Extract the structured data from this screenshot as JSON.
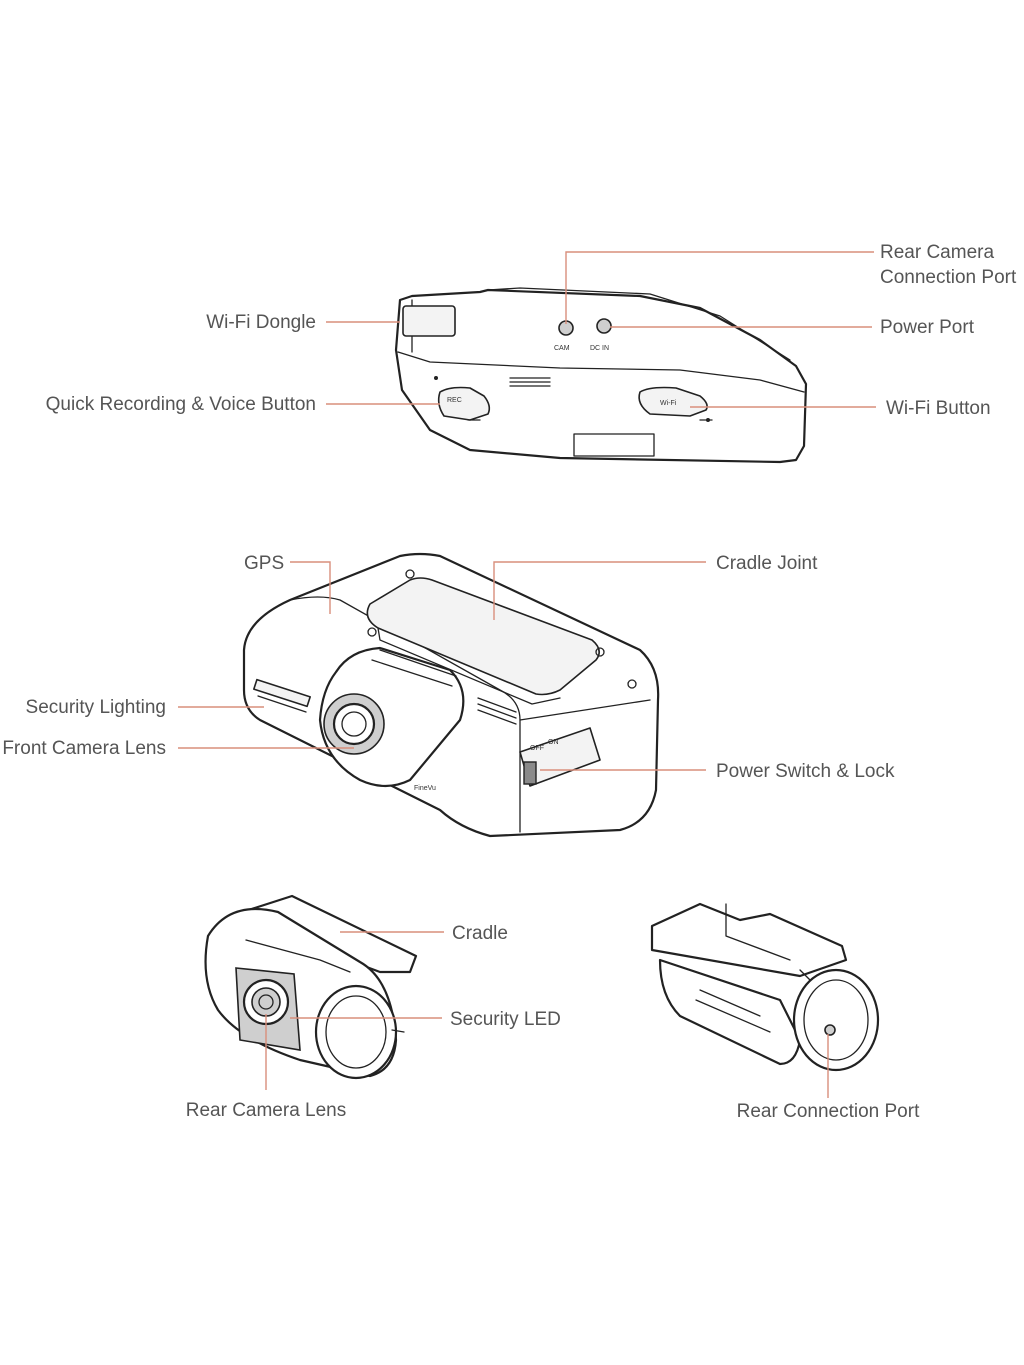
{
  "labels": {
    "wifi_dongle": "Wi-Fi Dongle",
    "quick_recording": "Quick Recording & Voice Button",
    "rear_camera_port_line1": "Rear Camera",
    "rear_camera_port_line2": "Connection Port",
    "power_port": "Power Port",
    "wifi_button": "Wi-Fi Button",
    "gps": "GPS",
    "cradle_joint": "Cradle Joint",
    "security_lighting": "Security Lighting",
    "front_camera_lens": "Front Camera Lens",
    "power_switch_lock": "Power Switch & Lock",
    "cradle": "Cradle",
    "security_led": "Security LED",
    "rear_camera_lens": "Rear Camera Lens",
    "rear_connection_port": "Rear Connection Port"
  },
  "device_marks": {
    "cam": "CAM",
    "dc_in": "DC IN",
    "rec": "REC",
    "wifi": "Wi-Fi",
    "brand": "FineVu",
    "off": "OFF",
    "on": "ON"
  },
  "colors": {
    "leader_line": "#d98f7c",
    "label_text": "#555555",
    "outline": "#222222"
  }
}
